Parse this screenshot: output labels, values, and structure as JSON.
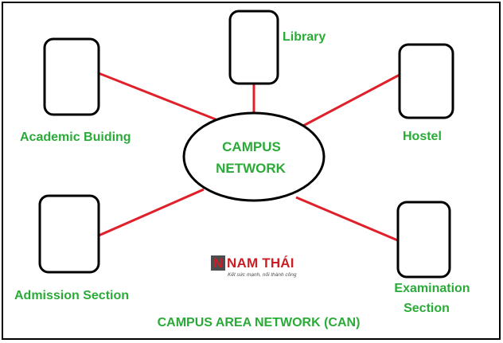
{
  "diagram": {
    "caption": "CAMPUS AREA NETWORK (CAN)",
    "center": {
      "line1": "CAMPUS",
      "line2": "NETWORK"
    },
    "nodes": {
      "library": {
        "label": "Library"
      },
      "academic": {
        "label": "Academic Buiding"
      },
      "hostel": {
        "label": "Hostel"
      },
      "admission": {
        "label": "Admission Section"
      },
      "examination": {
        "line1": "Examination",
        "line2": "Section"
      }
    }
  },
  "watermark": {
    "logo_letter": "N",
    "name": "NAM THÁI",
    "tagline": "Kết sức mạnh, nối thành công"
  },
  "colors": {
    "label_green": "#2aab38",
    "link_red": "#e0202a",
    "outline_black": "#000000",
    "logo_red": "#cc1f25",
    "logo_dark": "#4d4d4d"
  }
}
